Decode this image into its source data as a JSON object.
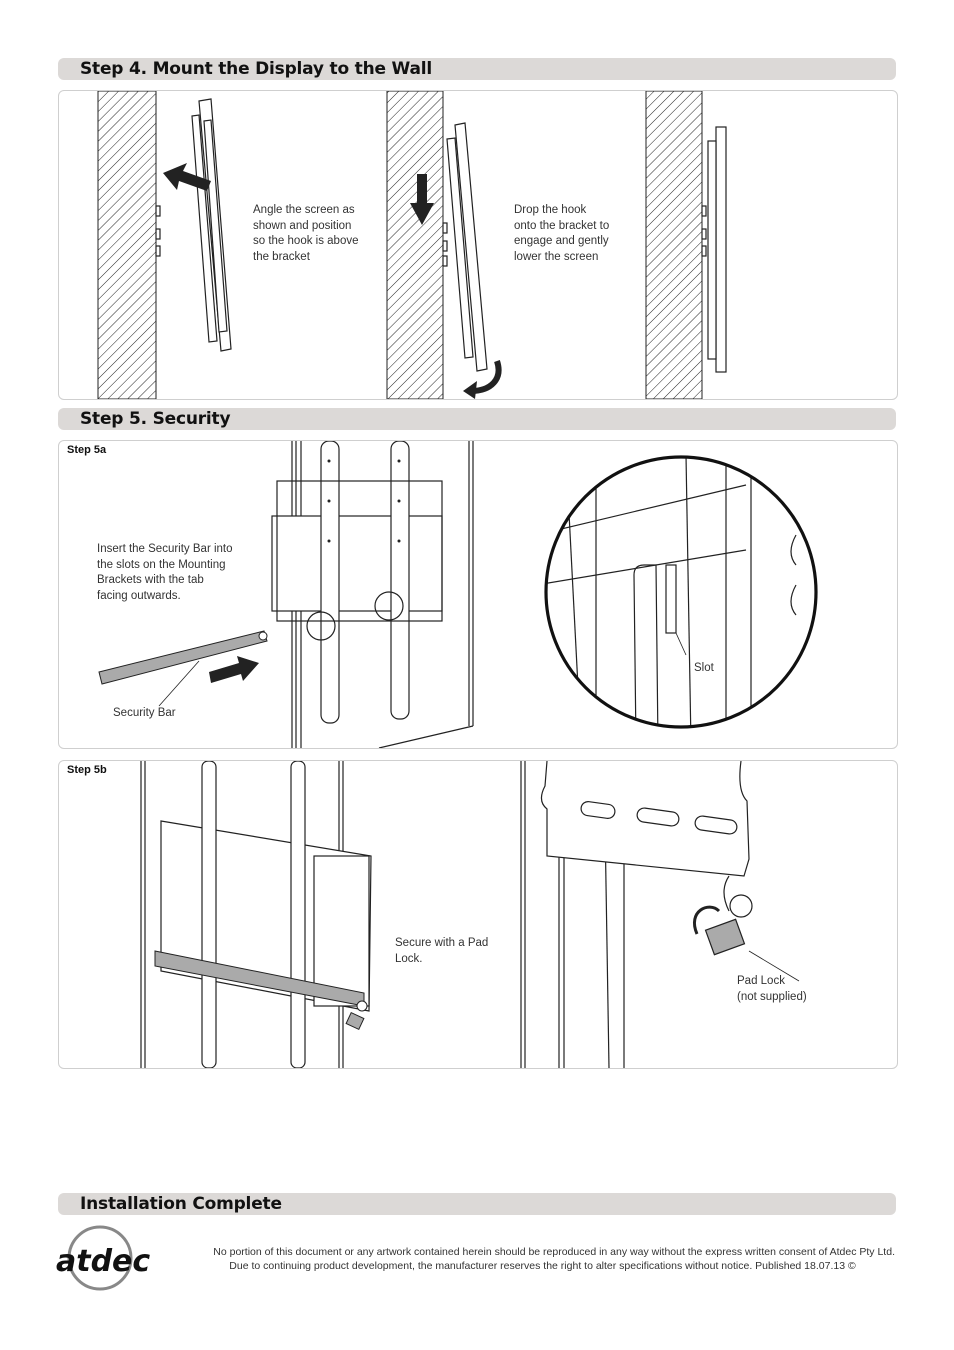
{
  "step4": {
    "title": "Step 4. Mount the Display to the Wall",
    "note1": [
      "Angle the screen as",
      "shown and position",
      "so the hook is above",
      "the bracket"
    ],
    "note2": [
      "Drop the hook",
      "onto the bracket to",
      "engage and gently",
      "lower the screen"
    ]
  },
  "step5": {
    "title": "Step 5. Security",
    "a": {
      "label": "Step 5a",
      "note": [
        "Insert the Security Bar into",
        "the slots on the Mounting",
        "Brackets with the tab",
        "facing outwards."
      ],
      "bar_label": "Security Bar",
      "slot_label": "Slot"
    },
    "b": {
      "label": "Step 5b",
      "note": [
        "Secure with a Pad",
        "Lock."
      ],
      "lock_label": [
        "Pad Lock",
        "(not supplied)"
      ]
    }
  },
  "complete": {
    "title": "Installation Complete"
  },
  "footer": {
    "logo": "atdec",
    "line1": "No portion of this document or any artwork contained herein should be reproduced in any way without the express written consent of Atdec Pty Ltd.",
    "line2": "Due to continuing product development, the manufacturer reserves the right to alter specifications without notice. Published 18.07.13 ©"
  }
}
